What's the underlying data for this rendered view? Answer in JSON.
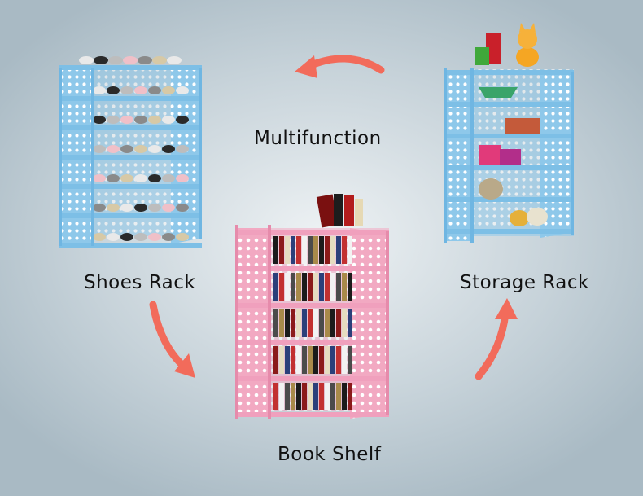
{
  "labels": {
    "multifunction": "Multifunction",
    "shoes_rack": "Shoes Rack",
    "storage_rack": "Storage Rack",
    "book_shelf": "Book Shelf"
  },
  "colors": {
    "arrow": "#f26b5b",
    "blue_rack": "#8ec8ea",
    "blue_frame": "#6fb6e2",
    "pink_rack": "#f2a9c2",
    "pink_frame": "#e68bab",
    "dot": "#ffffff"
  }
}
